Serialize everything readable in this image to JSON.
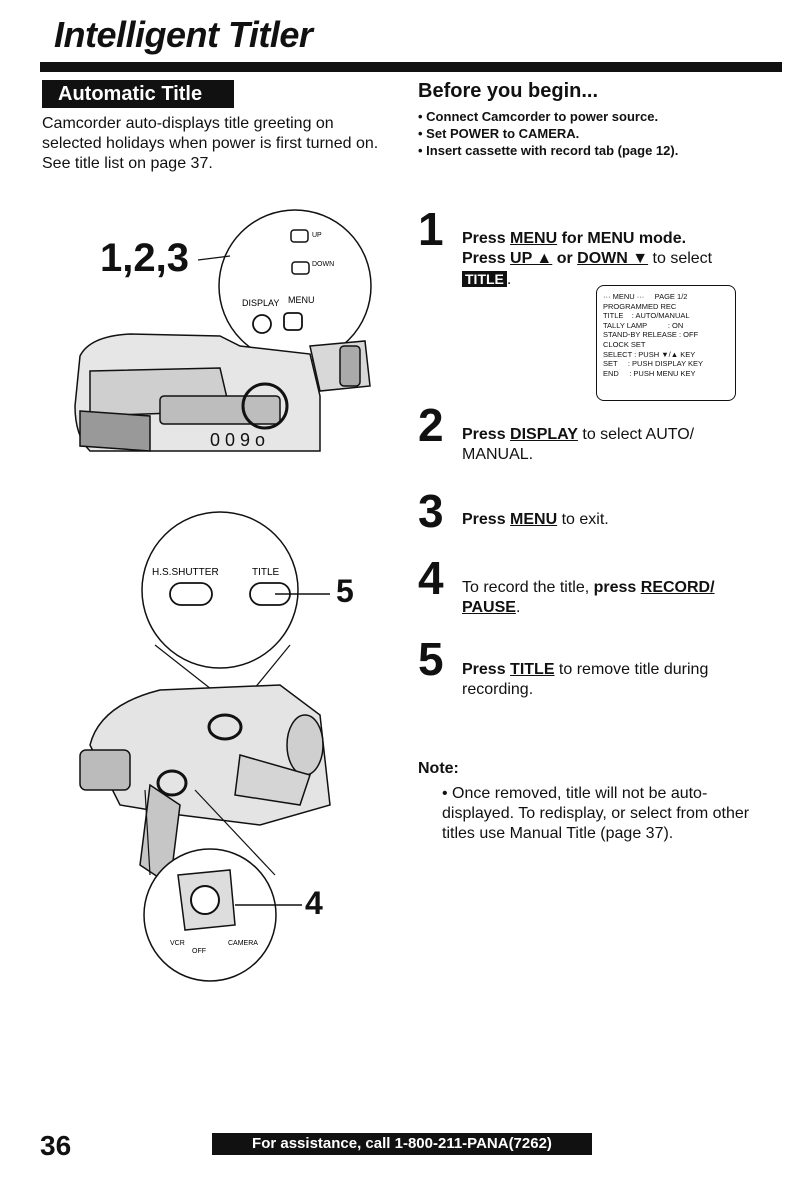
{
  "header": {
    "title": "Intelligent Titler"
  },
  "auto_title": {
    "heading": "Automatic Title",
    "description": "Camcorder auto-displays title greeting on selected holidays when power is first turned on. See title list on page 37."
  },
  "before_begin": {
    "heading": "Before you begin...",
    "items": [
      "Connect Camcorder to power source.",
      "Set POWER to CAMERA.",
      "Insert cassette with record tab (page 12)."
    ]
  },
  "figure_top": {
    "callout": "1,2,3",
    "labels": {
      "up": "UP",
      "down": "DOWN",
      "display": "DISPLAY",
      "menu": "MENU"
    }
  },
  "figure_bottom": {
    "callout_5": "5",
    "callout_4": "4",
    "labels": {
      "shutter": "H.S.SHUTTER",
      "title": "TITLE",
      "vcr": "VCR",
      "off": "OFF",
      "camera": "CAMERA"
    }
  },
  "steps": [
    {
      "num": "1",
      "line1_a": "Press ",
      "line1_key": "MENU",
      "line1_b": " for MENU mode.",
      "line2_a": "Press ",
      "line2_up": "UP ▲",
      "line2_or": " or ",
      "line2_down": "DOWN ▼",
      "line2_b": " to select",
      "badge": "TITLE",
      "line3_end": "."
    },
    {
      "num": "2",
      "a": "Press ",
      "key": "DISPLAY",
      "b": " to select AUTO/",
      "c": "MANUAL."
    },
    {
      "num": "3",
      "a": "Press ",
      "key": "MENU",
      "b": " to exit."
    },
    {
      "num": "4",
      "a": "To record the title, ",
      "press": "press ",
      "key": "RECORD/",
      "key2": "PAUSE",
      "b": "."
    },
    {
      "num": "5",
      "a": "Press ",
      "key": "TITLE",
      "b": " to remove title during",
      "c": "recording."
    }
  ],
  "menu_screen": {
    "lines": [
      "··· MENU ···     PAGE 1/2",
      "PROGRAMMED REC",
      "TITLE    : AUTO/MANUAL",
      "TALLY LAMP          : ON",
      "STAND-BY RELEASE : OFF",
      "CLOCK SET",
      "SELECT : PUSH ▼/▲ KEY",
      "SET     : PUSH DISPLAY KEY",
      "END     : PUSH MENU KEY"
    ]
  },
  "note": {
    "label": "Note:",
    "text": "• Once removed, title will not be auto-displayed. To redisplay, or select from other titles use Manual Title (page 37)."
  },
  "footer": {
    "page_number": "36",
    "assistance": "For assistance, call 1-800-211-PANA(7262)"
  }
}
